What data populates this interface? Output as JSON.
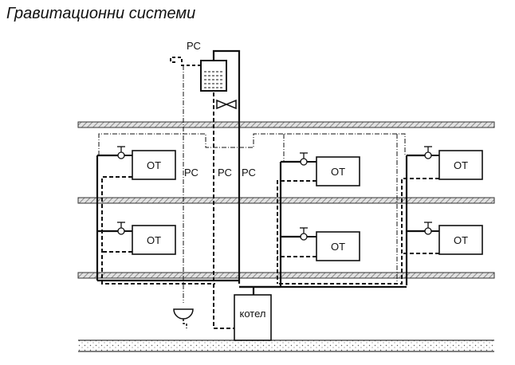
{
  "title": "Гравитационни системи",
  "labels": {
    "rs": "РС",
    "ot": "ОТ",
    "boiler": "котел"
  },
  "colors": {
    "line": "#111111",
    "hatch": "#777777",
    "slab_fill": "#d9d9d9"
  }
}
